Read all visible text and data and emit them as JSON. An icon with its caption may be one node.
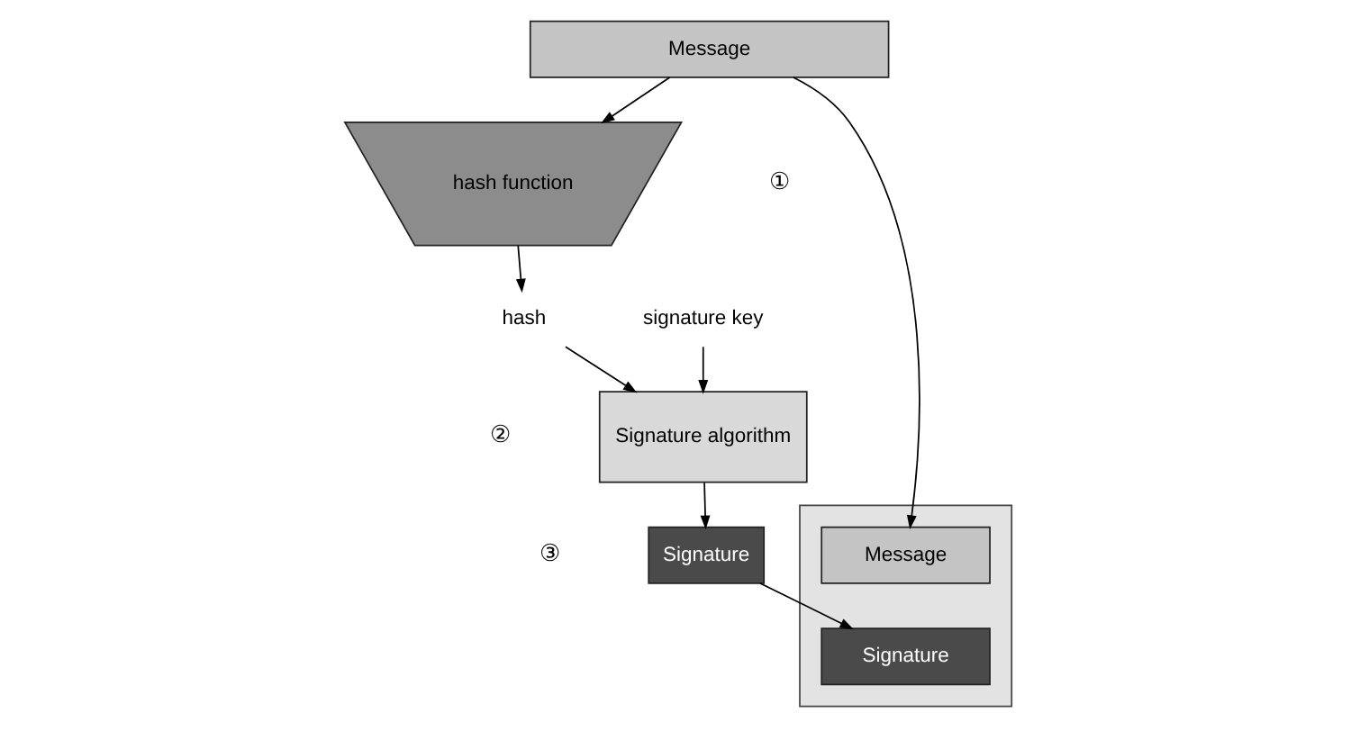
{
  "diagram": {
    "nodes": [
      {
        "text": [
          "Message"
        ]
      },
      {
        "text": [
          "hash function"
        ]
      },
      {
        "text": [
          "hash"
        ]
      },
      {
        "text": [
          "signature key"
        ]
      },
      {
        "text": [
          "Signature algorithm"
        ]
      },
      {
        "text": [
          "Signature"
        ]
      },
      {
        "text": [],
        "shape": "box"
      },
      {
        "text": [
          "Message"
        ],
        "in": 6
      },
      {
        "text": [
          "Signature"
        ],
        "in": 6
      }
    ],
    "edges": [
      {
        "from": 0,
        "to": 1,
        "arrow": "to"
      },
      {
        "from": 1,
        "to": 2,
        "arrow": "to"
      },
      {
        "from": 2,
        "to": 4,
        "arrow": "to"
      },
      {
        "from": 3,
        "to": 4,
        "arrow": "to"
      },
      {
        "from": 4,
        "to": 5,
        "arrow": "to"
      },
      {
        "from": 5,
        "to": 8,
        "arrow": "to"
      },
      {
        "from": 0,
        "to": 7,
        "arrow": "to"
      }
    ],
    "labels": [
      "①",
      "②",
      "③"
    ]
  }
}
